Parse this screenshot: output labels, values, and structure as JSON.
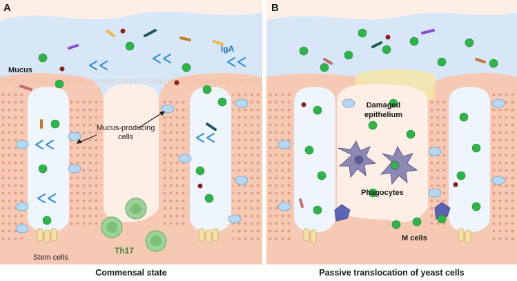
{
  "panel_a": {
    "letter": "A",
    "caption": "Commensal state",
    "labels": {
      "mucus": "Mucus",
      "iga": "IgA",
      "mucus_cells": "Mucus-producing\ncells",
      "stem_cells": "Stem cells",
      "th17": "Th17"
    }
  },
  "panel_b": {
    "letter": "B",
    "caption": "Passive translocation of yeast cells",
    "labels": {
      "damaged": "Damaged\nepithelium",
      "phagocytes": "Phagocytes",
      "m_cells": "M cells"
    }
  },
  "colors": {
    "mucus": "#d7e7f7",
    "lumen": "#eef5fc",
    "epithelium": "#f6c9b4",
    "nucleus": "#d98c6c",
    "lamina": "#fdeee6",
    "yeast": "#2fb34a",
    "antibody": "#2d8ccf",
    "phagocyte": "#8c8ab5",
    "th17": "#9fd19b",
    "damaged": "#f5e6a8"
  }
}
